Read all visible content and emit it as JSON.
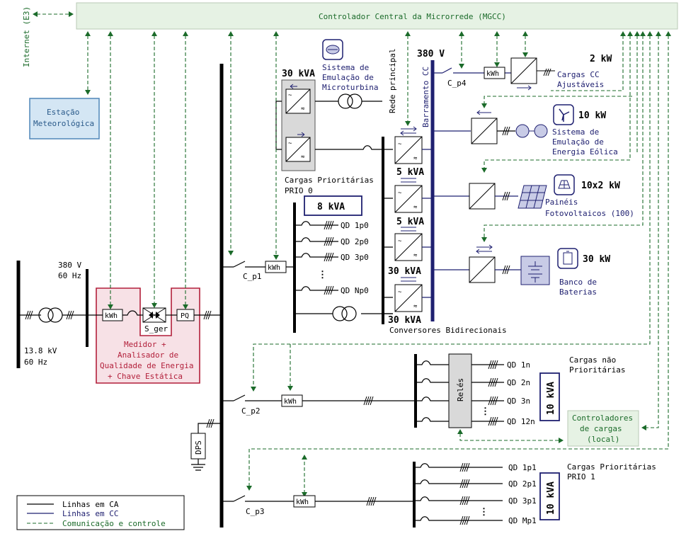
{
  "mgcc": {
    "label": "Controlador Central da Microrrede (MGCC)"
  },
  "internet": {
    "label": "Internet (E3)"
  },
  "weather": {
    "label_line1": "Estação",
    "label_line2": "Meteorológica"
  },
  "grid": {
    "v_hv": "13.8 kV",
    "f_hv": "60 Hz",
    "v_lv": "380 V",
    "f_lv": "60 Hz"
  },
  "pcc": {
    "kwh": "kWh",
    "sger": "S_ger",
    "pq": "PQ",
    "label": [
      "Medidor +",
      "Analisador de",
      "Qualidade de Energia",
      "+ Chave Estática"
    ]
  },
  "microturbine": {
    "power": "30 kVA",
    "label": [
      "Sistema de",
      "Emulação de",
      "Microturbina"
    ]
  },
  "main_grid_label": [
    "Rede",
    "principal"
  ],
  "dc_bus": {
    "voltage": "380 V",
    "label": "Barramento CC"
  },
  "converters": {
    "labels": [
      "5 kVA",
      "5 kVA",
      "30 kVA",
      "30 kVA"
    ],
    "caption": "Conversores Bidirecionais"
  },
  "dc_loads": {
    "power": "2 kW",
    "label": [
      "Cargas CC",
      "Ajustáveis"
    ],
    "breaker": "C_p4",
    "kwh": "kWh"
  },
  "wind": {
    "power": "10 kW",
    "label": [
      "Sistema de",
      "Emulação de",
      "Energia Eólica"
    ]
  },
  "pv": {
    "power": "10x2 kW",
    "label": [
      "Painéis",
      "Fotovoltaicos (100)"
    ]
  },
  "battery": {
    "power": "30 kW",
    "label": [
      "Banco de",
      "Baterias"
    ]
  },
  "prio0": {
    "title": [
      "Cargas Prioritárias",
      "PRIO 0"
    ],
    "kva": "8 kVA",
    "breaker": "C_p1",
    "kwh": "kWh",
    "qd": [
      "QD 1p0",
      "QD 2p0",
      "QD 3p0",
      "QD Np0"
    ]
  },
  "nonprio": {
    "title": [
      "Cargas não",
      "Prioritárias"
    ],
    "kva": "10 kVA",
    "breaker": "C_p2",
    "kwh": "kWh",
    "relays": "Relés",
    "qd": [
      "QD 1n",
      "QD 2n",
      "QD 3n",
      "QD 12n"
    ]
  },
  "load_ctrl": {
    "label": [
      "Controladores",
      "de cargas",
      "(local)"
    ]
  },
  "prio1": {
    "title": [
      "Cargas Prioritárias",
      "PRIO 1"
    ],
    "kva": "10 kVA",
    "breaker": "C_p3",
    "kwh": "kWh",
    "qd": [
      "QD 1p1",
      "QD 2p1",
      "QD 3p1",
      "QD Mp1"
    ]
  },
  "dps": {
    "label": "DPS"
  },
  "legend": {
    "ac": "Linhas em CA",
    "dc": "Linhas em CC",
    "comm": "Comunicação e controle"
  },
  "colors": {
    "green": "#1b6b2a",
    "navy": "#1f2070",
    "red": "#b21f3a",
    "mgcc_bg": "#e6f2e4",
    "weather_bg": "#d4e6f4"
  }
}
